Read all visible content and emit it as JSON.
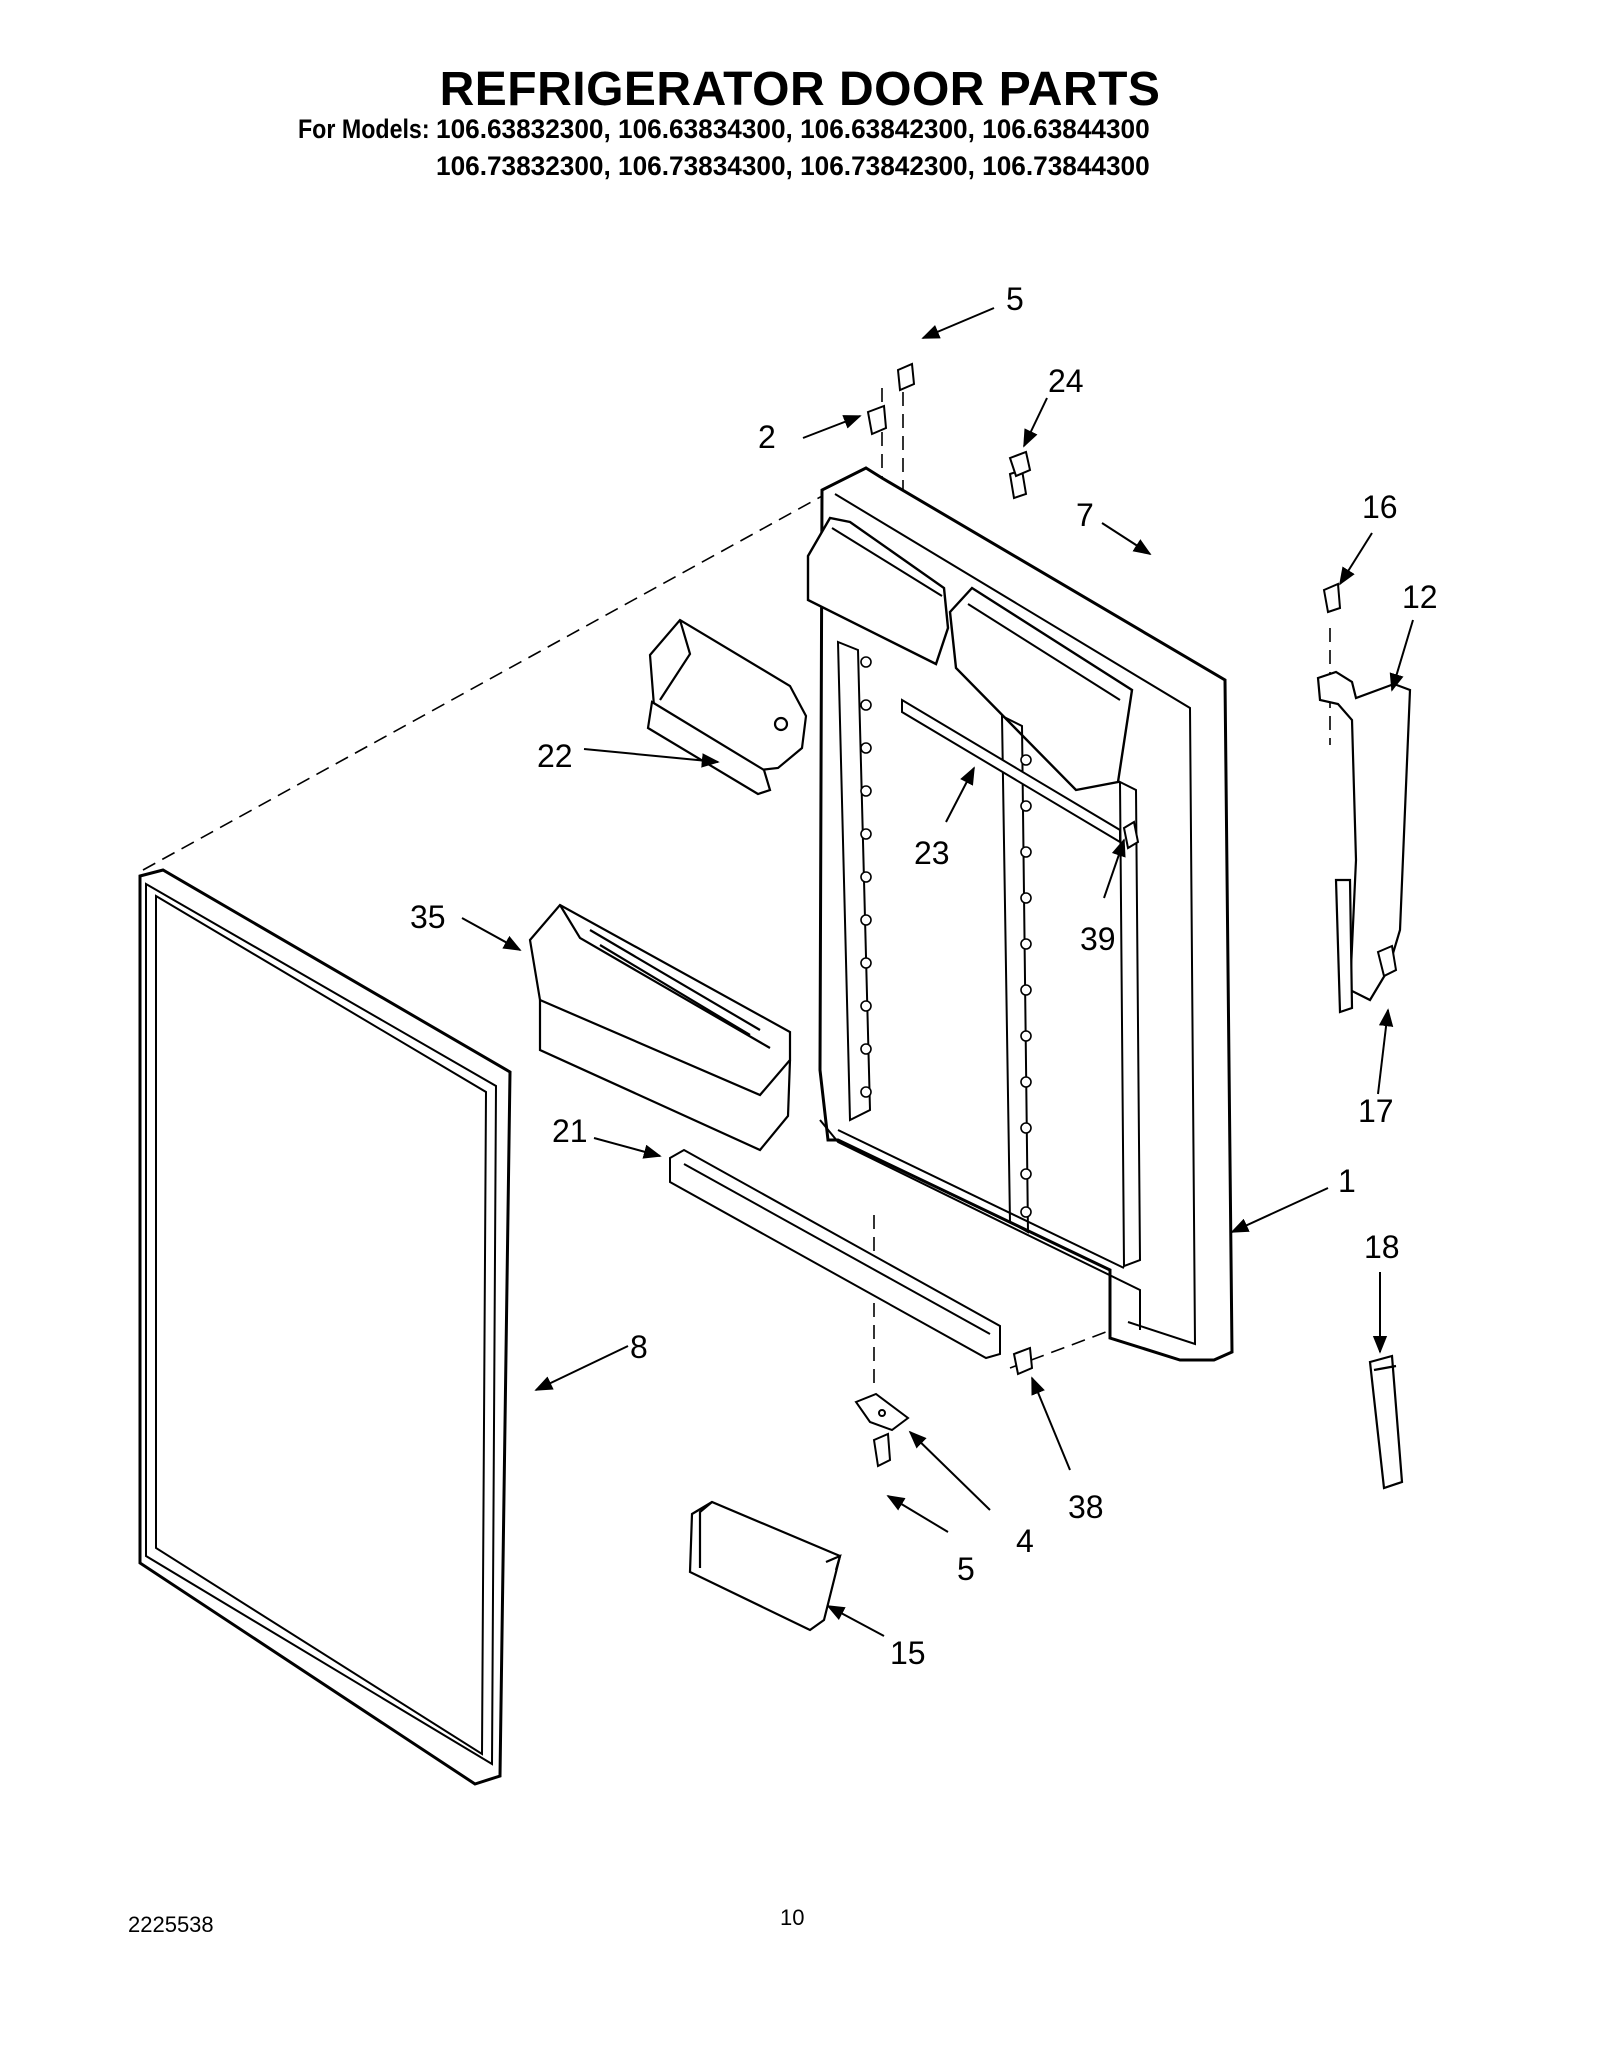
{
  "header": {
    "title": "REFRIGERATOR DOOR PARTS",
    "models_label": "For Models:",
    "models": [
      "106.63832300, 106.63834300, 106.63842300, 106.63844300",
      "106.73832300, 106.73834300, 106.73842300, 106.73844300"
    ]
  },
  "callouts": {
    "c1": "1",
    "c2": "2",
    "c4": "4",
    "c5a": "5",
    "c5b": "5",
    "c7": "7",
    "c8": "8",
    "c12": "12",
    "c15": "15",
    "c16": "16",
    "c17": "17",
    "c18": "18",
    "c21": "21",
    "c22": "22",
    "c23": "23",
    "c24": "24",
    "c35": "35",
    "c38": "38",
    "c39": "39"
  },
  "footer": {
    "doc_number": "2225538",
    "page_number": "10"
  }
}
